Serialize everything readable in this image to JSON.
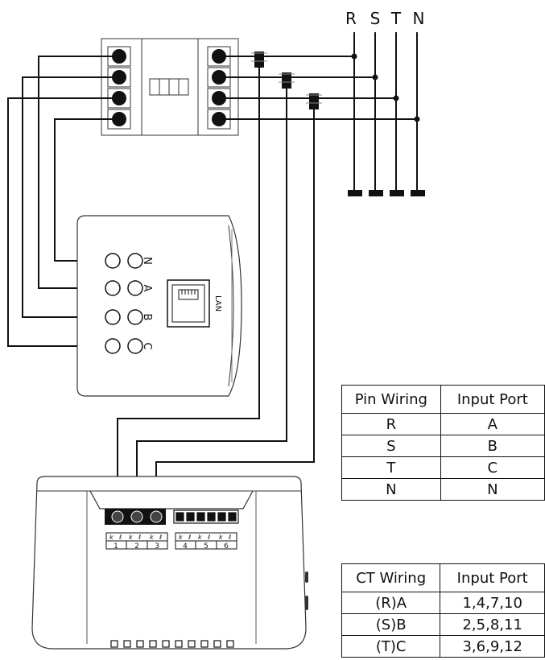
{
  "bus_labels": [
    "R",
    "S",
    "T",
    "N"
  ],
  "meter_terminals": [
    "N",
    "A",
    "B",
    "C"
  ],
  "lan_label": "LAN",
  "module_port_numbers": [
    "1",
    "2",
    "3",
    "4",
    "5",
    "6"
  ],
  "pin_table": {
    "headers": [
      "Pin Wiring",
      "Input Port"
    ],
    "rows": [
      [
        "R",
        "A"
      ],
      [
        "S",
        "B"
      ],
      [
        "T",
        "C"
      ],
      [
        "N",
        "N"
      ]
    ]
  },
  "ct_table": {
    "headers": [
      "CT Wiring",
      "Input Port"
    ],
    "rows": [
      [
        "(R)A",
        "1,4,7,10"
      ],
      [
        "(S)B",
        "2,5,8,11"
      ],
      [
        "(T)C",
        "3,6,9,12"
      ]
    ]
  }
}
